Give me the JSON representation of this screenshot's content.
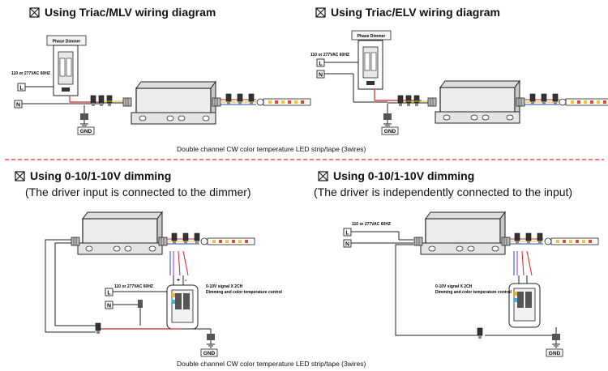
{
  "titles": {
    "q1": "Using Triac/MLV wiring diagram",
    "q2": "Using Triac/ELV wiring diagram",
    "q3": "Using 0-10/1-10V dimming",
    "q3_sub": "(The driver input is connected to the dimmer)",
    "q4": "Using 0-10/1-10V dimming",
    "q4_sub": "(The driver is independently connected to the input)"
  },
  "captions": {
    "top": "Double channel CW color temperature LED strip/tape (3wires)",
    "bottom": "Double channel CW color temperature LED strip/tape (3wires)"
  },
  "labels": {
    "phase_dimmer": "Phase Dimmer",
    "voltage": "110 or 277VAC 60HZ",
    "voltage_q3": "110 or 277VAC 60HZ",
    "line": "L",
    "neutral": "N",
    "ground": "GND",
    "signal_line1": "0-10V signal  X 2CH",
    "signal_line2": "Dimming and color temperature control",
    "plus": "+",
    "minus": "-"
  },
  "colors": {
    "red": "#d42020",
    "yellow": "#e0c21a",
    "blue": "#2a43c9",
    "purple": "#9a2cc4",
    "divider": "#e03030"
  }
}
